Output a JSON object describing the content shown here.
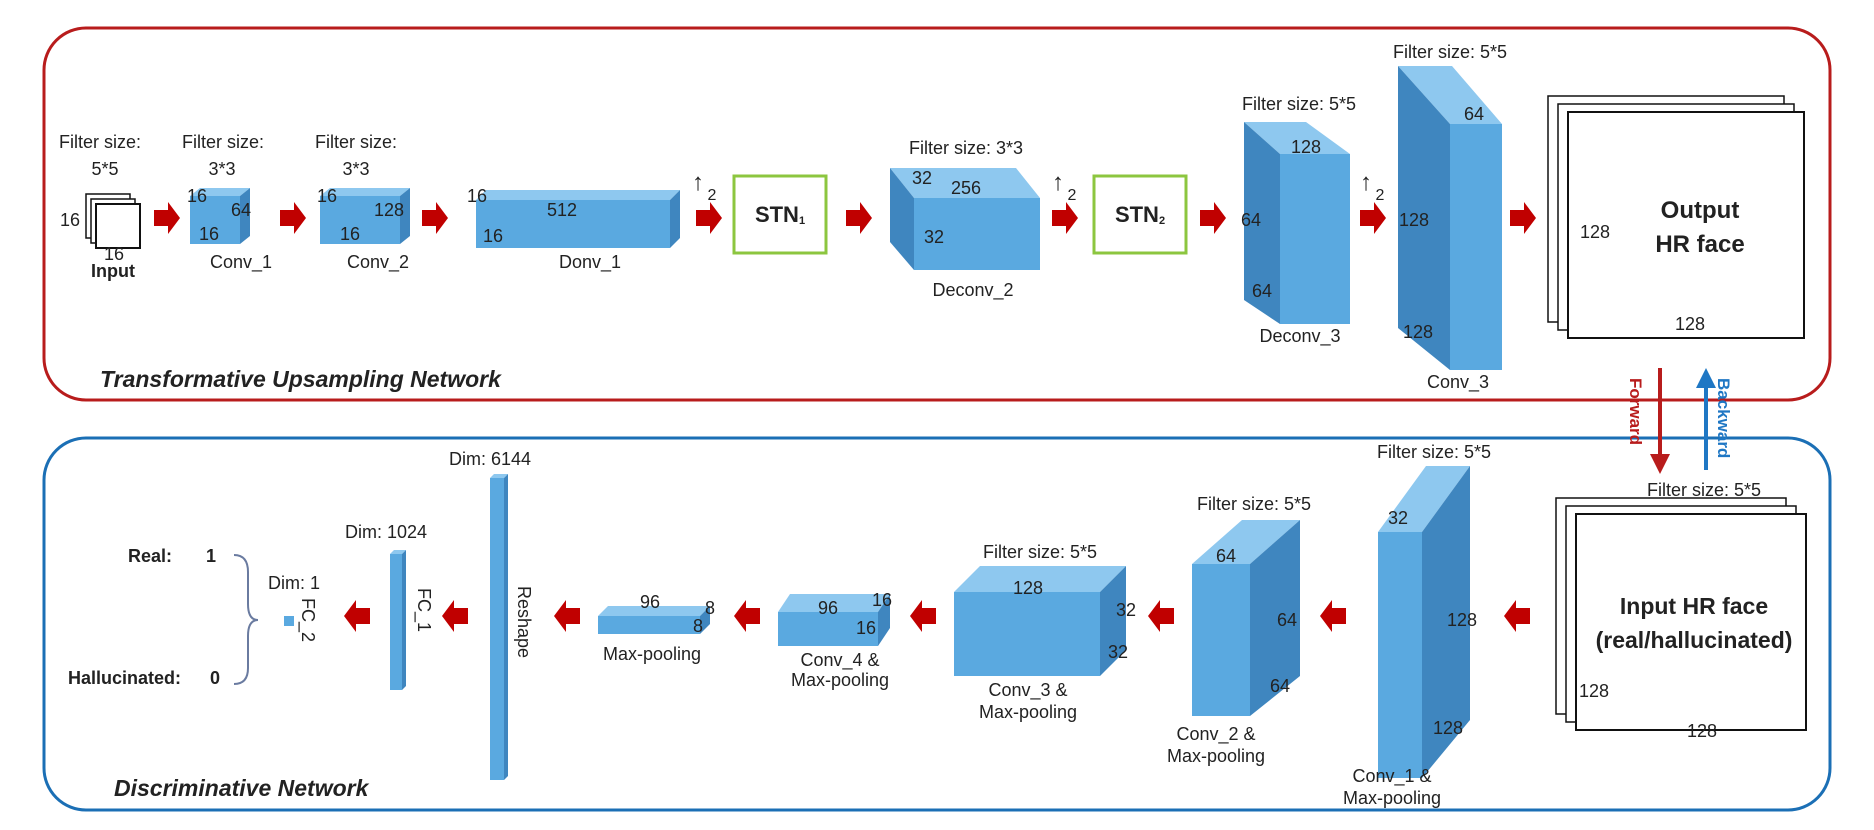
{
  "colors": {
    "gen_border": "#b81c1c",
    "disc_border": "#1b6fb5",
    "block_front": "#5aa9e0",
    "block_top": "#8ec8ef",
    "block_side": "#3f86bf",
    "stn_border": "#8cc63f",
    "arrow": "#c00000",
    "backward": "#1f77c4"
  },
  "generator": {
    "title": "Transformative Upsampling Network",
    "input": {
      "filter_line1": "Filter size:",
      "filter_line2": "5*5",
      "dim_a": "16",
      "dim_b": "16",
      "label": "Input"
    },
    "conv1": {
      "filter_line1": "Filter size:",
      "filter_line2": "3*3",
      "dim_a": "16",
      "dim_b": "64",
      "dim_c": "16",
      "label": "Conv_1"
    },
    "conv2": {
      "filter_line1": "Filter size:",
      "filter_line2": "3*3",
      "dim_a": "16",
      "dim_b": "128",
      "dim_c": "16",
      "label": "Conv_2"
    },
    "donv1": {
      "dim_a": "16",
      "dim_b": "512",
      "dim_c": "16",
      "label": "Donv_1"
    },
    "up1": {
      "arrow": "↑",
      "factor": "2"
    },
    "stn1": {
      "label": "STN",
      "sub": "1"
    },
    "deconv2": {
      "filter": "Filter size: 3*3",
      "dim_a": "32",
      "dim_b": "256",
      "dim_c": "32",
      "label": "Deconv_2"
    },
    "up2": {
      "arrow": "↑",
      "factor": "2"
    },
    "stn2": {
      "label": "STN",
      "sub": "2"
    },
    "deconv3": {
      "filter": "Filter size: 5*5",
      "dim_a": "128",
      "dim_b": "64",
      "dim_c": "64",
      "label": "Deconv_3"
    },
    "up3": {
      "arrow": "↑",
      "factor": "2"
    },
    "conv3": {
      "filter": "Filter size: 5*5",
      "dim_a": "64",
      "dim_b": "128",
      "dim_c": "128",
      "label": "Conv_3"
    },
    "output": {
      "line1": "Output",
      "line2": "HR face",
      "dim_a": "128",
      "dim_b": "128"
    }
  },
  "links": {
    "forward": "Forward",
    "backward": "Backward"
  },
  "discriminator": {
    "title": "Discriminative Network",
    "input": {
      "filter": "Filter size: 5*5",
      "line1": "Input HR face",
      "line2": "(real/hallucinated)",
      "dim_a": "128",
      "dim_b": "128"
    },
    "conv1": {
      "filter": "Filter size: 5*5",
      "dim_a": "32",
      "dim_b": "128",
      "dim_c": "128",
      "label1": "Conv_1 &",
      "label2": "Max-pooling"
    },
    "conv2": {
      "filter": "Filter size: 5*5",
      "dim_a": "64",
      "dim_b": "64",
      "dim_c": "64",
      "label1": "Conv_2 &",
      "label2": "Max-pooling"
    },
    "conv3": {
      "filter": "Filter size: 5*5",
      "dim_a": "128",
      "dim_b": "32",
      "dim_c": "32",
      "label1": "Conv_3 &",
      "label2": "Max-pooling"
    },
    "conv4": {
      "dim_a": "96",
      "dim_b": "16",
      "dim_c": "16",
      "label1": "Conv_4 &",
      "label2": "Max-pooling"
    },
    "maxpool": {
      "dim_a": "96",
      "dim_b": "8",
      "dim_c": "8",
      "label": "Max-pooling"
    },
    "reshape": {
      "dim": "Dim: 6144",
      "label": "Reshape"
    },
    "fc1": {
      "dim": "Dim: 1024",
      "label": "FC_1"
    },
    "fc2": {
      "dim": "Dim: 1",
      "label": "FC_2"
    },
    "outputs": {
      "real": "Real:",
      "real_value": "1",
      "hall": "Hallucinated:",
      "hall_value": "0"
    }
  }
}
